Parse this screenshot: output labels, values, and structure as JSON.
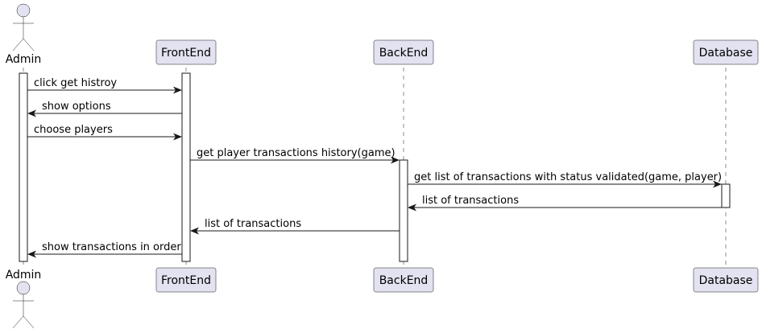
{
  "participants": [
    {
      "label": "Admin"
    },
    {
      "label": "FrontEnd"
    },
    {
      "label": "BackEnd"
    },
    {
      "label": "Database"
    }
  ],
  "messages": [
    {
      "label": "click get histroy"
    },
    {
      "label": "show options"
    },
    {
      "label": "choose players"
    },
    {
      "label": "get player transactions history(game)"
    },
    {
      "label": "get list of transactions with status validated(game, player)"
    },
    {
      "label": "list of transactions"
    },
    {
      "label": "list of transactions"
    },
    {
      "label": "show transactions in order"
    }
  ],
  "colors": {
    "participant_fill": "#E2E2F0",
    "line": "#181818",
    "activation_fill": "#FFFFFF"
  }
}
